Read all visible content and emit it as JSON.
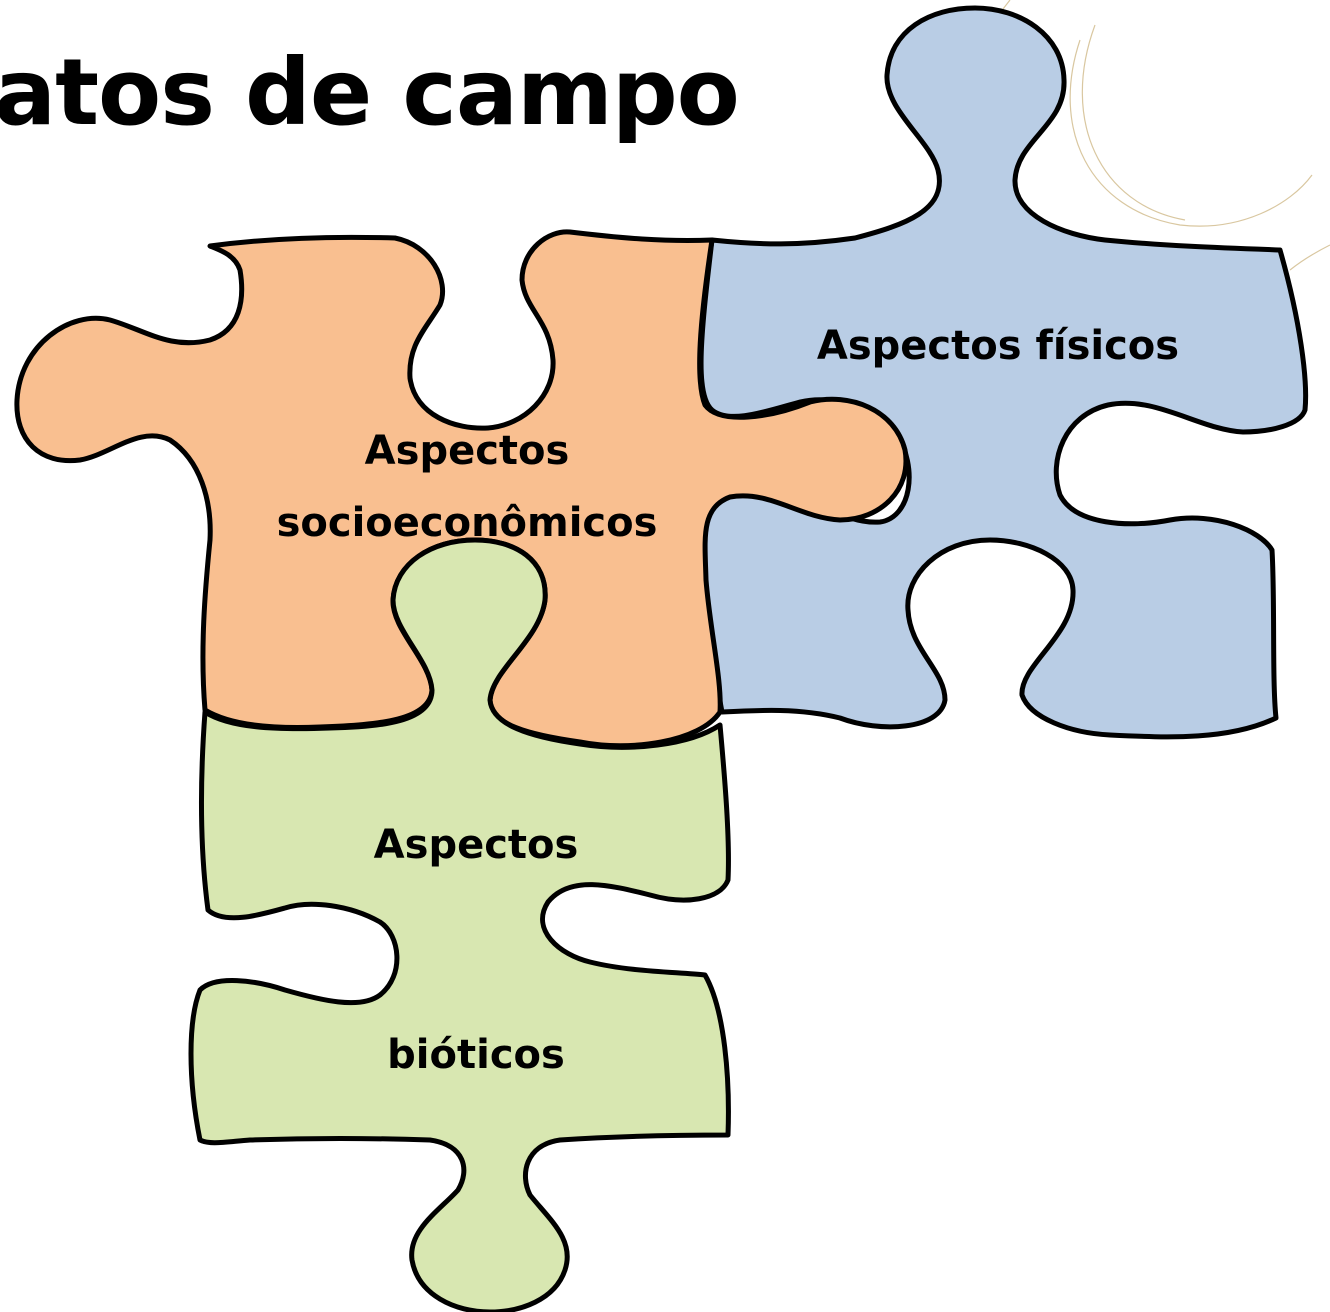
{
  "slide": {
    "title": "atos de campo"
  },
  "puzzle": {
    "pieces": [
      {
        "id": "fisicos",
        "lines": [
          "Aspectos físicos"
        ],
        "fill": "#b9cde5"
      },
      {
        "id": "socioeconomicos",
        "lines": [
          "Aspectos",
          "socioeconômicos"
        ],
        "fill": "#f9bf90"
      },
      {
        "id": "bioticos",
        "lines": [
          "Aspectos",
          "bióticos"
        ],
        "fill": "#d8e7b1"
      }
    ],
    "outline_color": "#000000",
    "decoration_color": "#d9c7a0"
  }
}
